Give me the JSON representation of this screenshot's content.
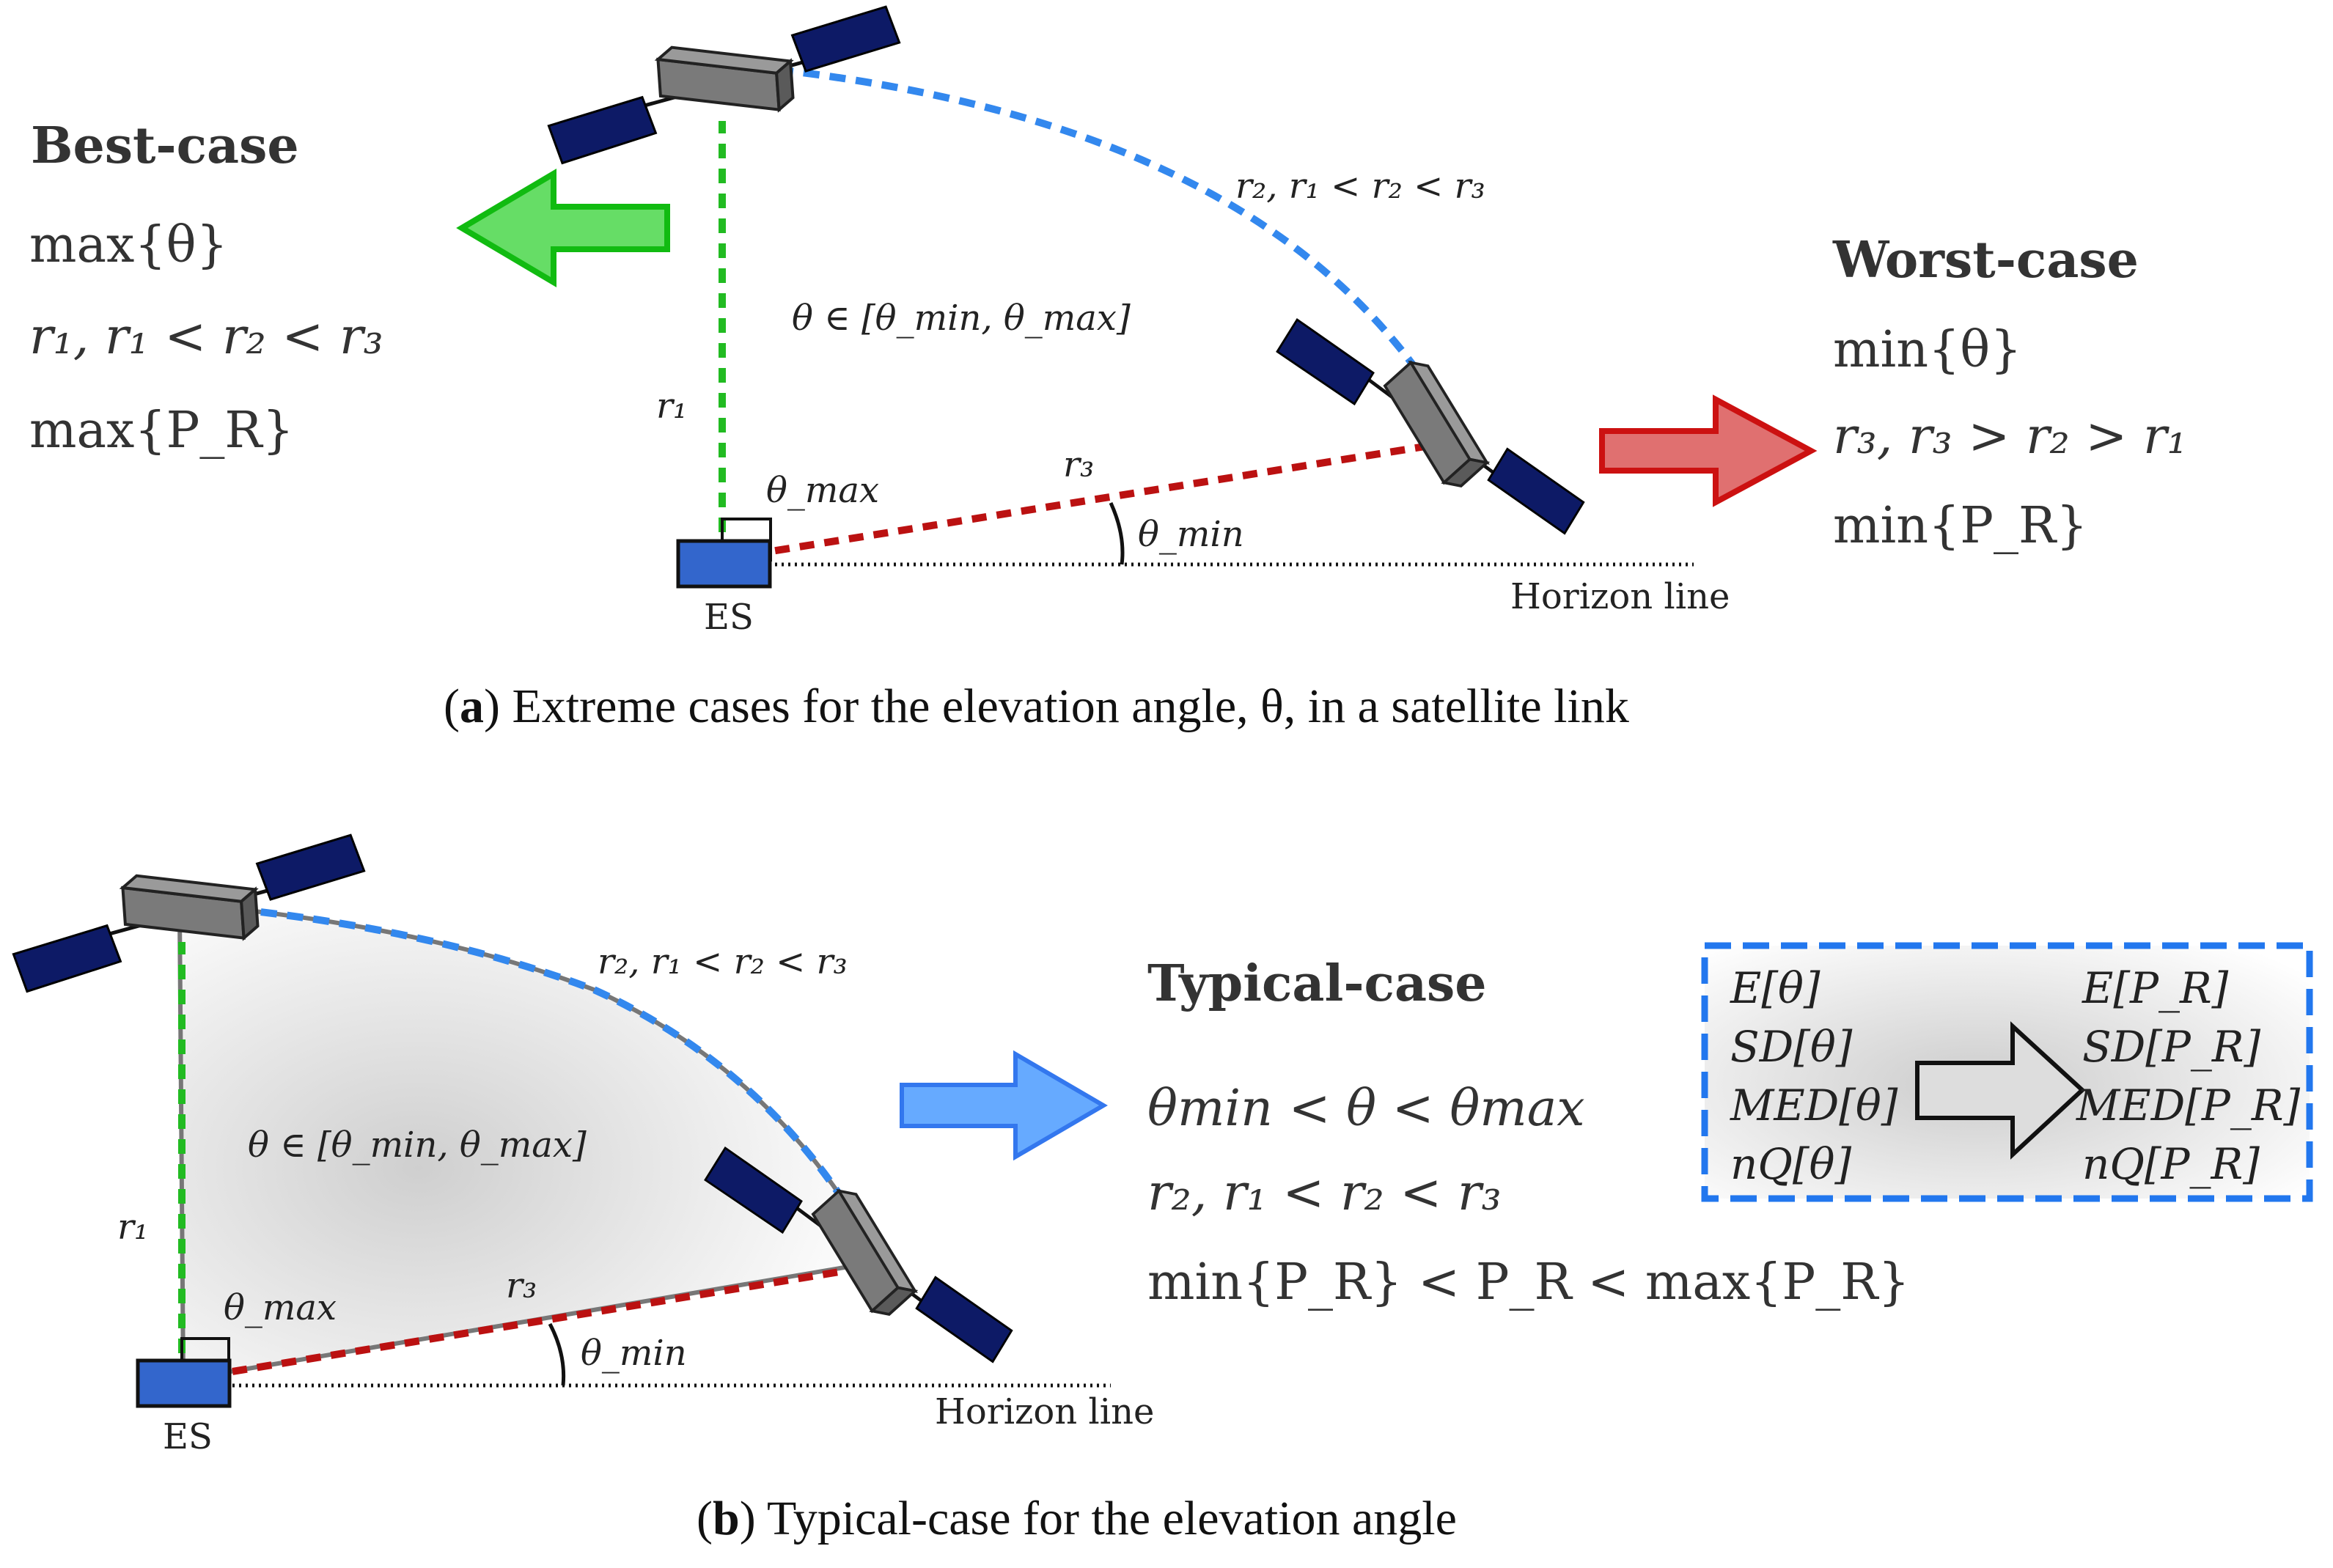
{
  "panel_a": {
    "best_case": {
      "title": "Best-case",
      "line1": "max{θ}",
      "line2": "r₁,    r₁ < r₂ < r₃",
      "line3": "max{P_R}"
    },
    "worst_case": {
      "title": "Worst-case",
      "line1": "min{θ}",
      "line2": "r₃,    r₃ > r₂ > r₁",
      "line3": "min{P_R}"
    },
    "labels": {
      "r2_relation": "r₂,    r₁ < r₂ < r₃",
      "theta_range": "θ ∈ [θ_min, θ_max]",
      "r1": "r₁",
      "r3": "r₃",
      "theta_max": "θ_max",
      "theta_min": "θ_min",
      "es": "ES",
      "horizon": "Horizon line"
    },
    "caption_letter": "a",
    "caption_text": " Extreme cases for the elevation angle, θ, in a satellite link"
  },
  "panel_b": {
    "typical_case": {
      "title": "Typical-case",
      "line1": "θmin < θ < θmax",
      "line2": "r₂,    r₁ < r₂ < r₃",
      "line3": "min{P_R} < P_R < max{P_R}"
    },
    "stats_box": {
      "left": [
        "E[θ]",
        "SD[θ]",
        "MED[θ]",
        "nQ[θ]"
      ],
      "right": [
        "E[P_R]",
        "SD[P_R]",
        "MED[P_R]",
        "nQ[P_R]"
      ]
    },
    "labels": {
      "r2_relation": "r₂,    r₁ < r₂ < r₃",
      "theta_range": "θ ∈ [θ_min, θ_max]",
      "r1": "r₁",
      "r3": "r₃",
      "theta_max": "θ_max",
      "theta_min": "θ_min",
      "es": "ES",
      "horizon": "Horizon line"
    },
    "caption_letter": "b",
    "caption_text": " Typical-case for the elevation angle"
  },
  "colors": {
    "green": "#22bb22",
    "red": "#bb1111",
    "blue": "#3388ee",
    "panel": "#0d1a66",
    "satellite_body": "#7a7a7a",
    "es": "#3366cc"
  }
}
